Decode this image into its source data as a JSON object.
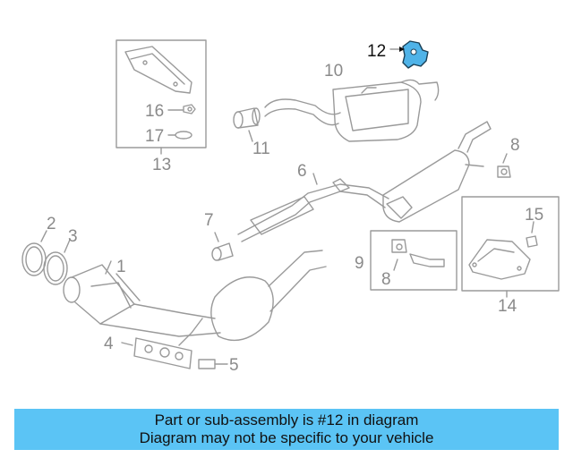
{
  "callouts": {
    "n1": "1",
    "n2": "2",
    "n3": "3",
    "n4": "4",
    "n5": "5",
    "n6": "6",
    "n7": "7",
    "n8a": "8",
    "n8b": "8",
    "n9": "9",
    "n10": "10",
    "n11": "11",
    "n12": "12",
    "n13": "13",
    "n14": "14",
    "n15": "15",
    "n16": "16",
    "n17": "17"
  },
  "highlight": {
    "part": "12",
    "color": "#4fb3e8"
  },
  "colors": {
    "line": "#9a9a9a",
    "banner": "#5bc4f5"
  },
  "banner": {
    "line1": "Part or sub-assembly is #12 in diagram",
    "line2": "Diagram may not be specific to your vehicle"
  }
}
